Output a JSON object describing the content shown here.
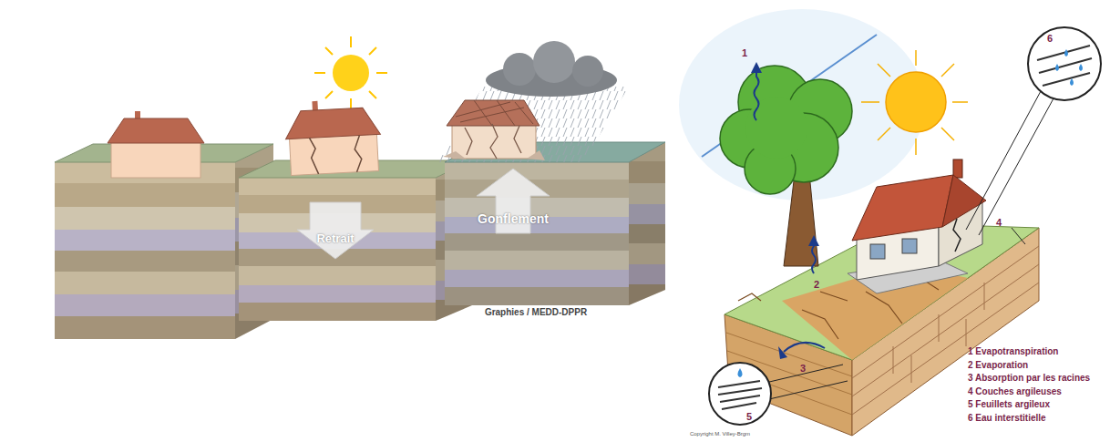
{
  "diagram": {
    "labels": [
      "Retrait",
      "Gonflement",
      "Graphies / MEDD-DPPR",
      "1",
      "2",
      "3",
      "4",
      "5",
      "6",
      "1 Evapotranspiration",
      "2 Evaporation",
      "3 Absorption par les racines",
      "4 Couches argileuses",
      "5 Feuillets argileux",
      "6 Eau interstitielle",
      "Copyright M. Villey-Brgm"
    ]
  }
}
